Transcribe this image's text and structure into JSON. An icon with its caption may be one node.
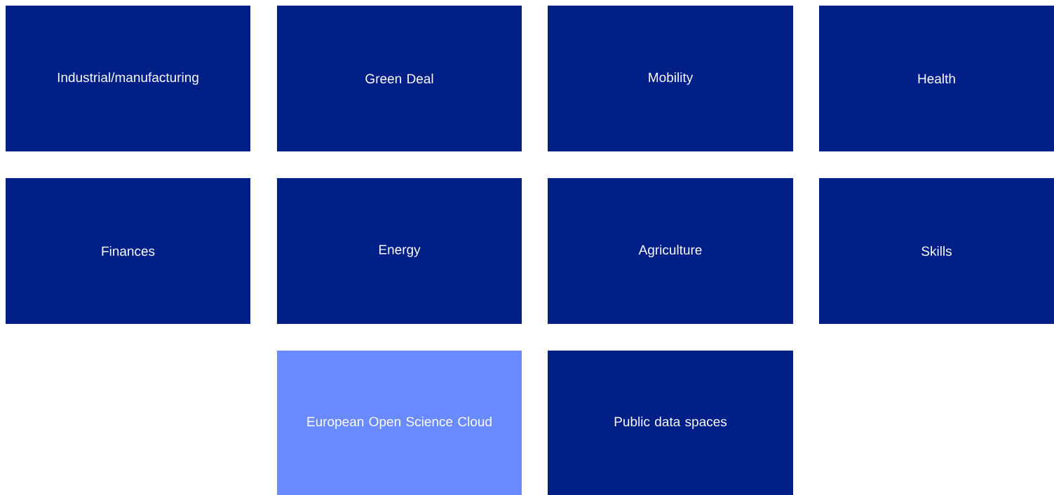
{
  "diagram": {
    "nodes": [
      {
        "text": [
          "Industrial/manufacturing"
        ]
      },
      {
        "text": [
          "Green Deal"
        ]
      },
      {
        "text": [
          "Mobility"
        ]
      },
      {
        "text": [
          "Health"
        ]
      },
      {
        "text": [
          "Finances"
        ]
      },
      {
        "text": [
          "Energy"
        ]
      },
      {
        "text": [
          "Agriculture"
        ]
      },
      {
        "text": [
          "Skills"
        ]
      },
      {
        "text": [
          "European Open Science Cloud"
        ]
      },
      {
        "text": [
          "Public data spaces"
        ]
      }
    ]
  }
}
